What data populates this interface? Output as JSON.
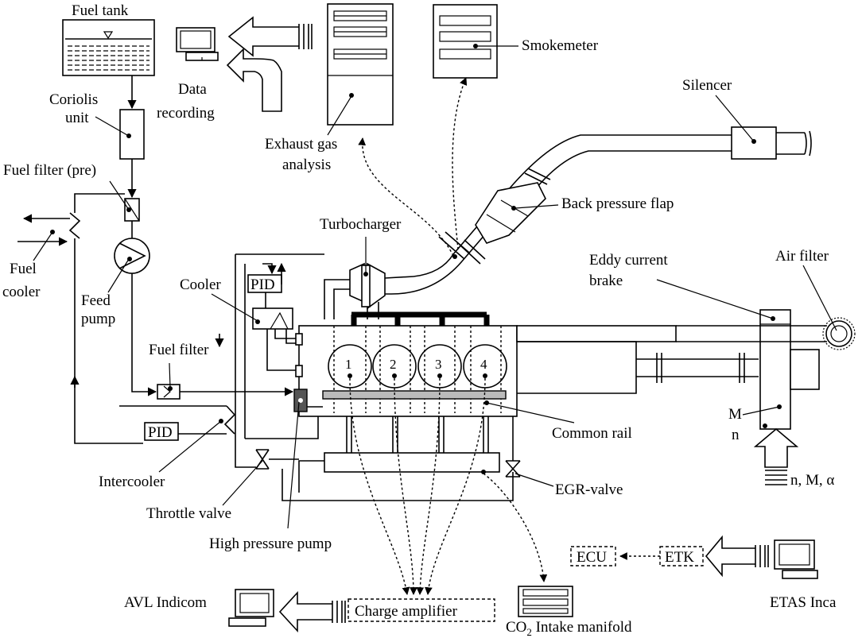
{
  "labels": {
    "fuel_tank": "Fuel tank",
    "data_recording_1": "Data",
    "data_recording_2": "recording",
    "coriolis_1": "Coriolis",
    "coriolis_2": "unit",
    "exhaust_1": "Exhaust gas",
    "exhaust_2": "analysis",
    "smokemeter": "Smokemeter",
    "silencer": "Silencer",
    "fuel_filter_pre": "Fuel filter (pre)",
    "back_pressure_flap": "Back pressure flap",
    "turbocharger": "Turbocharger",
    "fuel_cooler_1": "Fuel",
    "fuel_cooler_2": "cooler",
    "feed_pump_1": "Feed",
    "feed_pump_2": "pump",
    "cooler": "Cooler",
    "pid_top": "PID",
    "pid_bottom": "PID",
    "eddy_1": "Eddy current",
    "eddy_2": "brake",
    "air_filter": "Air filter",
    "fuel_filter": "Fuel filter",
    "cyl_1": "1",
    "cyl_2": "2",
    "cyl_3": "3",
    "cyl_4": "4",
    "brake_m": "M",
    "brake_n": "n",
    "common_rail": "Common rail",
    "n_m_alpha": "n, M, α",
    "intercooler": "Intercooler",
    "egr_valve": "EGR-valve",
    "throttle_valve": "Throttle valve",
    "high_pressure_pump": "High pressure pump",
    "ecu": "ECU",
    "etk": "ETK",
    "etas_inca": "ETAS Inca",
    "avl_indicom": "AVL  Indicom",
    "charge_amplifier": "Charge amplifier",
    "co2_prefix": "CO",
    "co2_sub": "2",
    "co2_suffix": " Intake manifold"
  }
}
